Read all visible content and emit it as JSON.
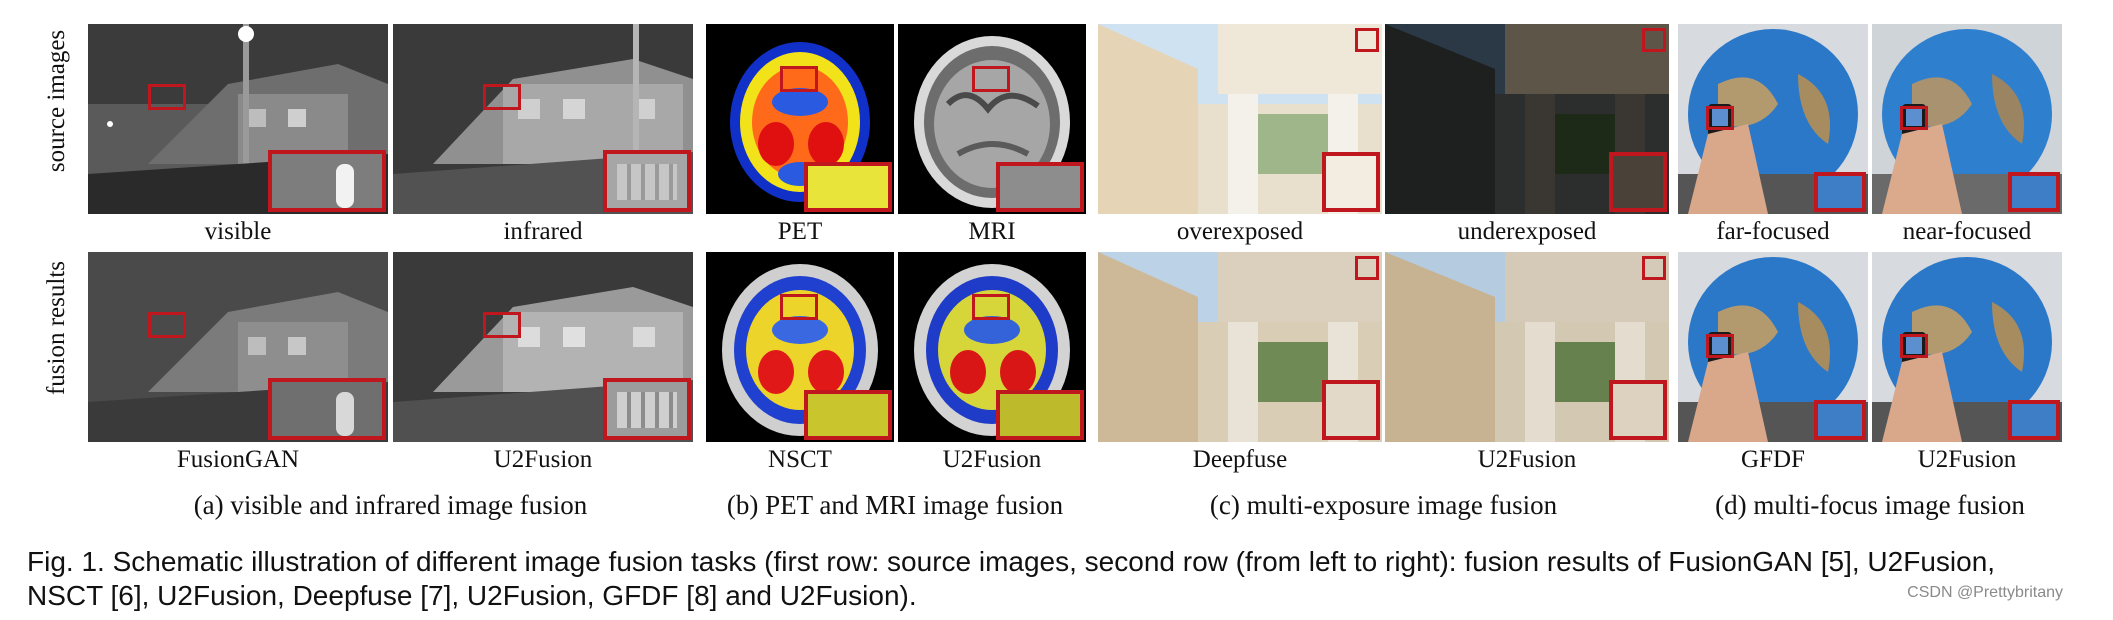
{
  "row_labels": {
    "top": "source images",
    "bottom": "fusion results"
  },
  "top_labels": [
    "visible",
    "infrared",
    "PET",
    "MRI",
    "overexposed",
    "underexposed",
    "far-focused",
    "near-focused"
  ],
  "bottom_labels": [
    "FusionGAN",
    "U2Fusion",
    "NSCT",
    "U2Fusion",
    "Deepfuse",
    "U2Fusion",
    "GFDF",
    "U2Fusion"
  ],
  "subcaptions": [
    "(a) visible and infrared image fusion",
    "(b) PET and MRI image fusion",
    "(c) multi-exposure image fusion",
    "(d) multi-focus image fusion"
  ],
  "figure_caption": "Fig. 1. Schematic illustration of different image fusion tasks (first row: source images, second row (from left to right): fusion results of FusionGAN [5], U2Fusion, NSCT [6], U2Fusion, Deepfuse [7], U2Fusion, GFDF [8] and U2Fusion).",
  "watermark": "CSDN @Prettybritany",
  "colors": {
    "highlight_box": "#c0161e"
  }
}
